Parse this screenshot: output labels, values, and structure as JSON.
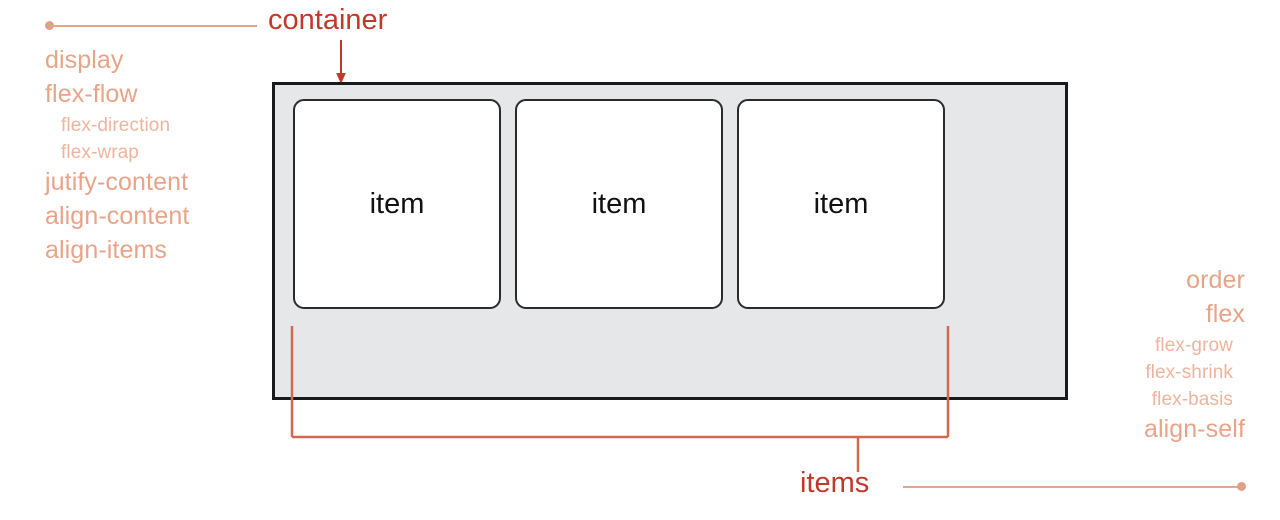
{
  "diagram": {
    "title": "CSS Flexbox container and items properties",
    "background_color": "#ffffff"
  },
  "colors": {
    "callout_label": "#c0392b",
    "property_text": "#e8a489",
    "property_subtext": "#eeb49d",
    "connector_line": "#e8a489",
    "bracket_line": "#d2694f",
    "arrow": "#c0392b",
    "container_fill": "#e6e7e8",
    "container_border": "#1a1a1a",
    "item_fill": "#ffffff",
    "item_border": "#2b2b2b",
    "item_text": "#111111"
  },
  "container_callout": {
    "label": "container",
    "properties": [
      {
        "name": "display",
        "level": 0
      },
      {
        "name": "flex-flow",
        "level": 0
      },
      {
        "name": "flex-direction",
        "level": 1
      },
      {
        "name": "flex-wrap",
        "level": 1
      },
      {
        "name": "jutify-content",
        "level": 0
      },
      {
        "name": "align-content",
        "level": 0
      },
      {
        "name": "align-items",
        "level": 0
      }
    ]
  },
  "items_callout": {
    "label": "items",
    "properties": [
      {
        "name": "order",
        "level": 0
      },
      {
        "name": "flex",
        "level": 0
      },
      {
        "name": "flex-grow",
        "level": 1
      },
      {
        "name": "flex-shrink",
        "level": 1
      },
      {
        "name": "flex-basis",
        "level": 1
      },
      {
        "name": "align-self",
        "level": 0
      }
    ]
  },
  "flex_container": {
    "items": [
      {
        "label": "item"
      },
      {
        "label": "item"
      },
      {
        "label": "item"
      }
    ]
  }
}
